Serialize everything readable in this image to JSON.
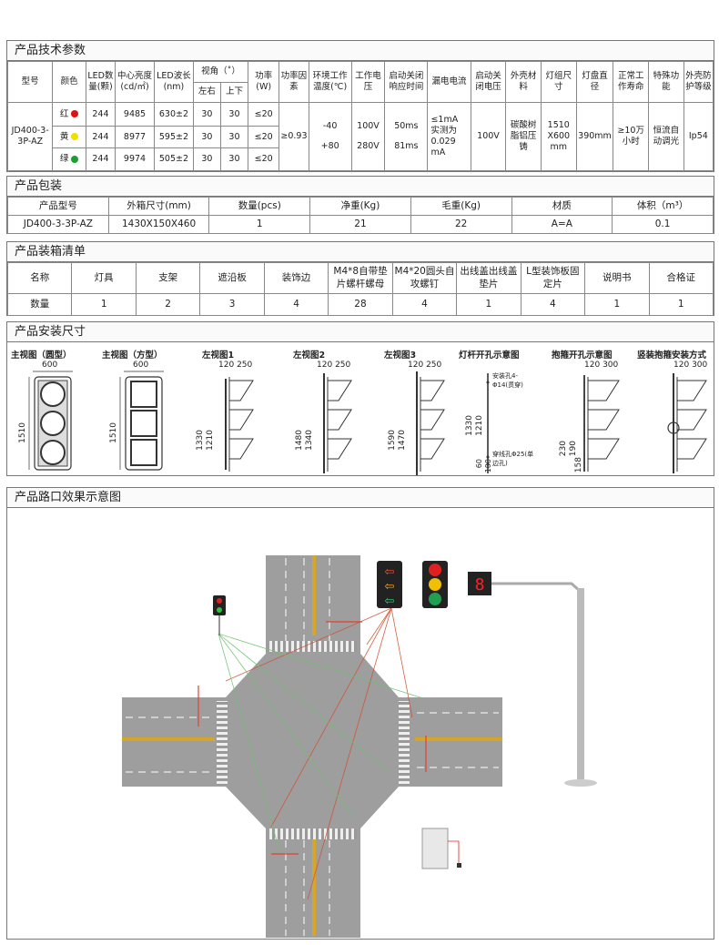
{
  "spec": {
    "title": "产品技术参数",
    "headers": {
      "model": "型号",
      "color": "颜色",
      "led_count": "LED数量(颗)",
      "brightness": "中心亮度(cd/㎡)",
      "wavelength": "LED波长(nm)",
      "view_angle": "视角（˚）",
      "lr": "左右",
      "ud": "上下",
      "power": "功率(W)",
      "power_factor": "功率因素",
      "temp": "环境工作温度(℃)",
      "voltage": "工作电压",
      "response": "启动关闭响应时间",
      "leak": "漏电电流",
      "close_v": "启动关闭电压",
      "shell": "外壳材料",
      "lamp_size": "灯组尺寸",
      "disc": "灯盘直径",
      "life": "正常工作寿命",
      "special": "特殊功能",
      "ip": "外壳防护等级"
    },
    "model": "JD400-3-3P-AZ",
    "rows": [
      {
        "color": "红",
        "dot": "#e01010",
        "led": "244",
        "bright": "9485",
        "wave": "630±2",
        "lr": "30",
        "ud": "30",
        "power": "≤20"
      },
      {
        "color": "黄",
        "dot": "#f0e000",
        "led": "244",
        "bright": "8977",
        "wave": "595±2",
        "lr": "30",
        "ud": "30",
        "power": "≤20"
      },
      {
        "color": "绿",
        "dot": "#18a030",
        "led": "244",
        "bright": "9974",
        "wave": "505±2",
        "lr": "30",
        "ud": "30",
        "power": "≤20"
      }
    ],
    "power_factor": "≥0.93",
    "temp_low": "-40",
    "temp_high": "+80",
    "volt_low": "100V",
    "volt_high": "280V",
    "resp_1": "50ms",
    "resp_2": "81ms",
    "leak": "≤1mA 实测为0.029 mA",
    "close_v": "100V",
    "shell": "碳酸树脂铝压铸",
    "lamp_size": "1510 X600 mm",
    "disc": "390mm",
    "life": "≥10万小时",
    "special": "恒流自动调光",
    "ip": "Ip54"
  },
  "package": {
    "title": "产品包装",
    "headers": [
      "产品型号",
      "外箱尺寸(mm)",
      "数量(pcs)",
      "净重(Kg)",
      "毛重(Kg)",
      "材质",
      "体积（m³）"
    ],
    "values": [
      "JD400-3-3P-AZ",
      "1430X150X460",
      "1",
      "21",
      "22",
      "A=A",
      "0.1"
    ]
  },
  "packing": {
    "title": "产品装箱清单",
    "headers": [
      "名称",
      "灯具",
      "支架",
      "遮沿板",
      "装饰边",
      "M4*8自带垫片螺杆螺母",
      "M4*20圆头自攻螺钉",
      "出线盖出线盖垫片",
      "L型装饰板固定片",
      "说明书",
      "合格证"
    ],
    "values": [
      "数量",
      "1",
      "2",
      "3",
      "4",
      "28",
      "4",
      "1",
      "4",
      "1",
      "1"
    ]
  },
  "install": {
    "title": "产品安装尺寸",
    "views": [
      "主视图（圆型）",
      "主视图（方型）",
      "左视图1",
      "左视图2",
      "左视图3",
      "灯杆开孔示意图",
      "抱箍开孔示意图",
      "竖装抱箍安装方式"
    ],
    "w600": "600",
    "h1510": "1510",
    "d120": "120",
    "d250": "250",
    "d300": "300",
    "h1330": "1330",
    "h1210": "1210",
    "h1480": "1480",
    "h1340": "1340",
    "h1590": "1590",
    "h1470": "1470",
    "h230": "230",
    "h190": "190",
    "h158": "158",
    "h60": "60",
    "h100": "100",
    "hole1": "安装孔4-Φ14(贯穿)",
    "hole2": "穿线孔Φ25(单边孔)"
  },
  "intersection": {
    "title": "产品路口效果示意图",
    "countdown": "8"
  }
}
